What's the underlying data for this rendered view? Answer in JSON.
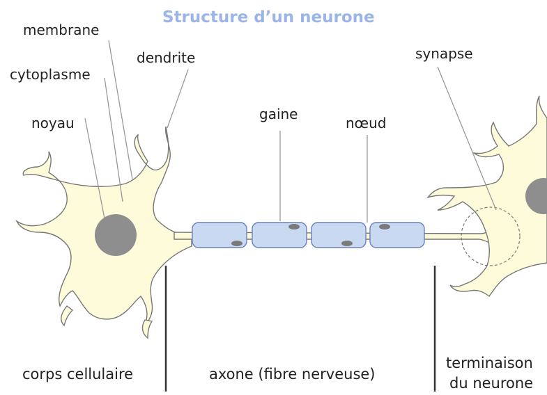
{
  "title": "Structure d’un neurone",
  "labels": {
    "membrane": "membrane",
    "cytoplasme": "cytoplasme",
    "noyau": "noyau",
    "dendrite": "dendrite",
    "gaine": "gaine",
    "noeud": "nœud",
    "synapse": "synapse"
  },
  "sections": {
    "corps": "corps cellulaire",
    "axone": "axone (fibre nerveuse)",
    "terminaison_line1": "terminaison",
    "terminaison_line2": "du neurone"
  },
  "colors": {
    "title": "#9bb5e8",
    "cell_fill": "#fdfbd9",
    "cell_stroke": "#777777",
    "nucleus": "#8e8e8e",
    "sheath_fill": "#c9d9f2",
    "sheath_stroke": "#6a82b8",
    "sheath_dot": "#7a7a7a",
    "leader": "#999999",
    "divider": "#333333"
  }
}
